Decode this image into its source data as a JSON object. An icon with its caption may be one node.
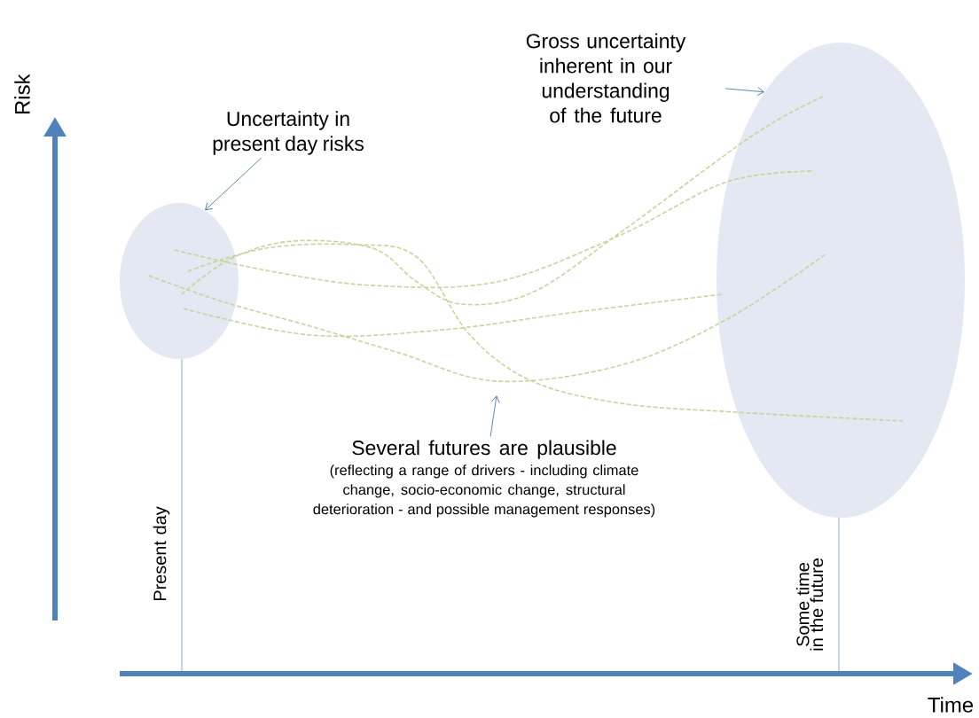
{
  "diagram": {
    "nodes": [
      {
        "text": [
          "Uncertainty in present day risks"
        ]
      },
      {
        "text": [],
        "shape": "ellipse"
      },
      {
        "text": [
          "Gross uncertainty inherent in our understanding of the future"
        ]
      },
      {
        "text": [],
        "shape": "ellipse"
      },
      {
        "text": [
          "Several futures are plausible",
          "(reflecting a range of drivers - including climate change, socio-economic change, structural deterioration - and possible management responses)"
        ]
      }
    ],
    "edges": [
      {
        "from": 0,
        "to": 1,
        "arrow": "to",
        "color": "#4a7aae"
      },
      {
        "from": 2,
        "to": 3,
        "arrow": "to",
        "color": "#4a7aae"
      },
      {
        "from": 4,
        "to": null,
        "arrow": "to",
        "color": "#4a7aae"
      },
      {
        "from": 1,
        "to": 3,
        "arrow": "none",
        "style": "dashed"
      },
      {
        "from": 1,
        "to": 3,
        "arrow": "none",
        "style": "dashed"
      },
      {
        "from": 1,
        "to": 3,
        "arrow": "none",
        "style": "dashed"
      },
      {
        "from": 1,
        "to": 3,
        "arrow": "none",
        "style": "dashed"
      },
      {
        "from": 1,
        "to": 3,
        "arrow": "none",
        "style": "dashed"
      }
    ],
    "labels": [
      "Risk",
      "Present day",
      "Some time in the future",
      "Time"
    ]
  }
}
